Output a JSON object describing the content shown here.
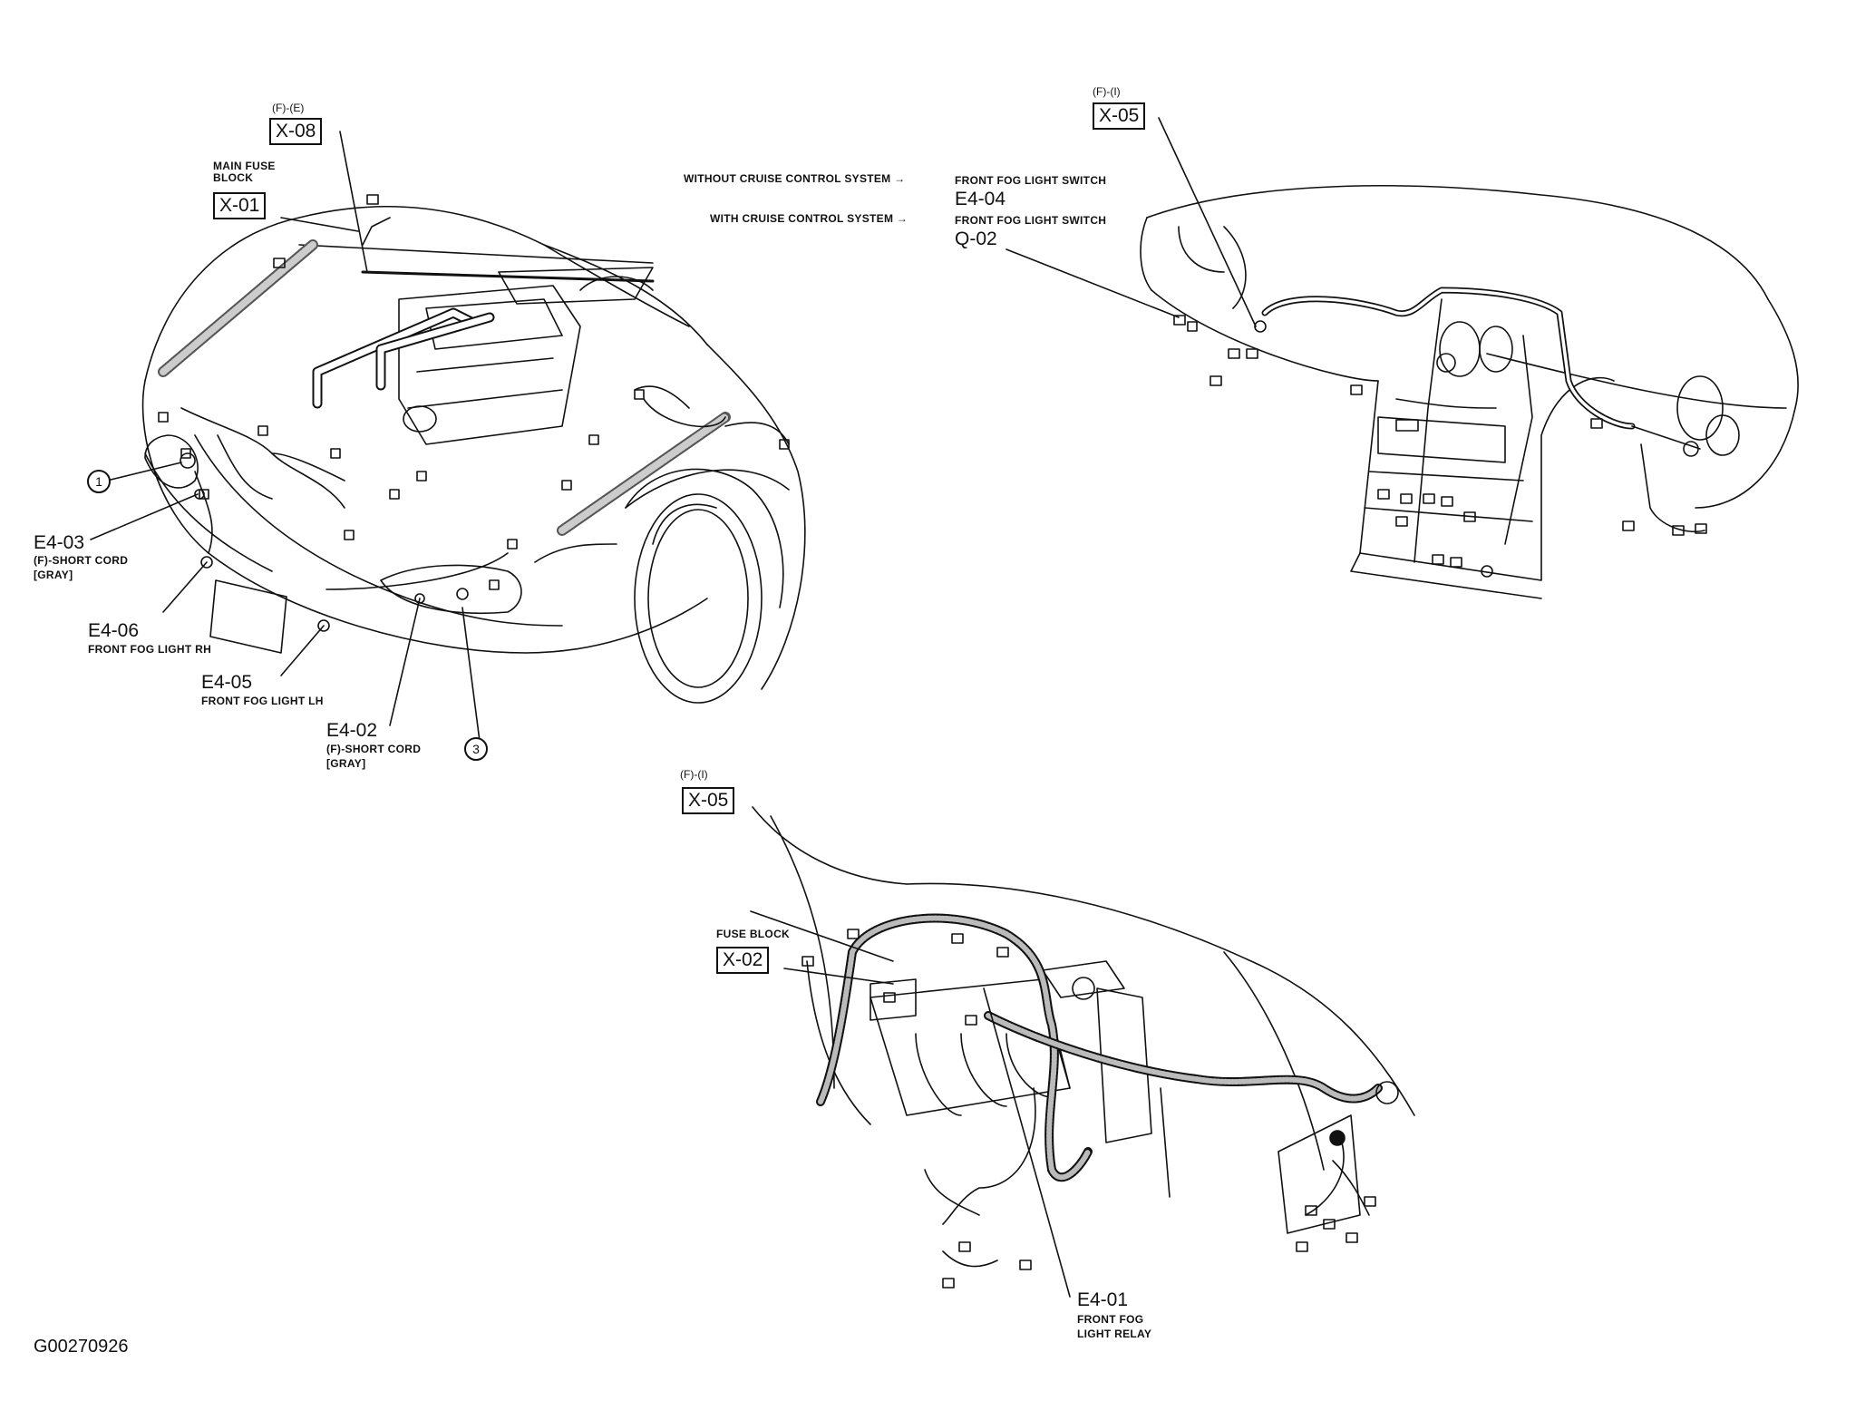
{
  "figure_id": "G00270926",
  "views": {
    "engine_bay": {
      "connectors": [
        {
          "code": "X-08",
          "note": "(F)-(E)"
        },
        {
          "code": "X-01",
          "note": "MAIN FUSE BLOCK"
        },
        {
          "code": "E4-03",
          "note": "(F)-SHORT CORD",
          "note2": "[GRAY]"
        },
        {
          "code": "E4-06",
          "note": "FRONT FOG LIGHT RH"
        },
        {
          "code": "E4-05",
          "note": "FRONT FOG LIGHT LH"
        },
        {
          "code": "E4-02",
          "note": "(F)-SHORT CORD",
          "note2": "[GRAY]"
        }
      ],
      "callouts": [
        "1",
        "3"
      ]
    },
    "dashboard": {
      "x05_note": "(F)-(I)",
      "x05_code": "X-05",
      "without_cruise": "WITHOUT CRUISE CONTROL SYSTEM",
      "with_cruise": "WITH CRUISE CONTROL SYSTEM",
      "e404_desc": "FRONT FOG LIGHT SWITCH",
      "e404_code": "E4-04",
      "q02_desc": "FRONT FOG LIGHT SWITCH",
      "q02_code": "Q-02"
    },
    "interior_fuse": {
      "x05_note": "(F)-(I)",
      "x05_code": "X-05",
      "fuse_block": "FUSE BLOCK",
      "x02_code": "X-02",
      "e401_code": "E4-01",
      "e401_desc_1": "FRONT FOG",
      "e401_desc_2": "LIGHT RELAY"
    }
  }
}
